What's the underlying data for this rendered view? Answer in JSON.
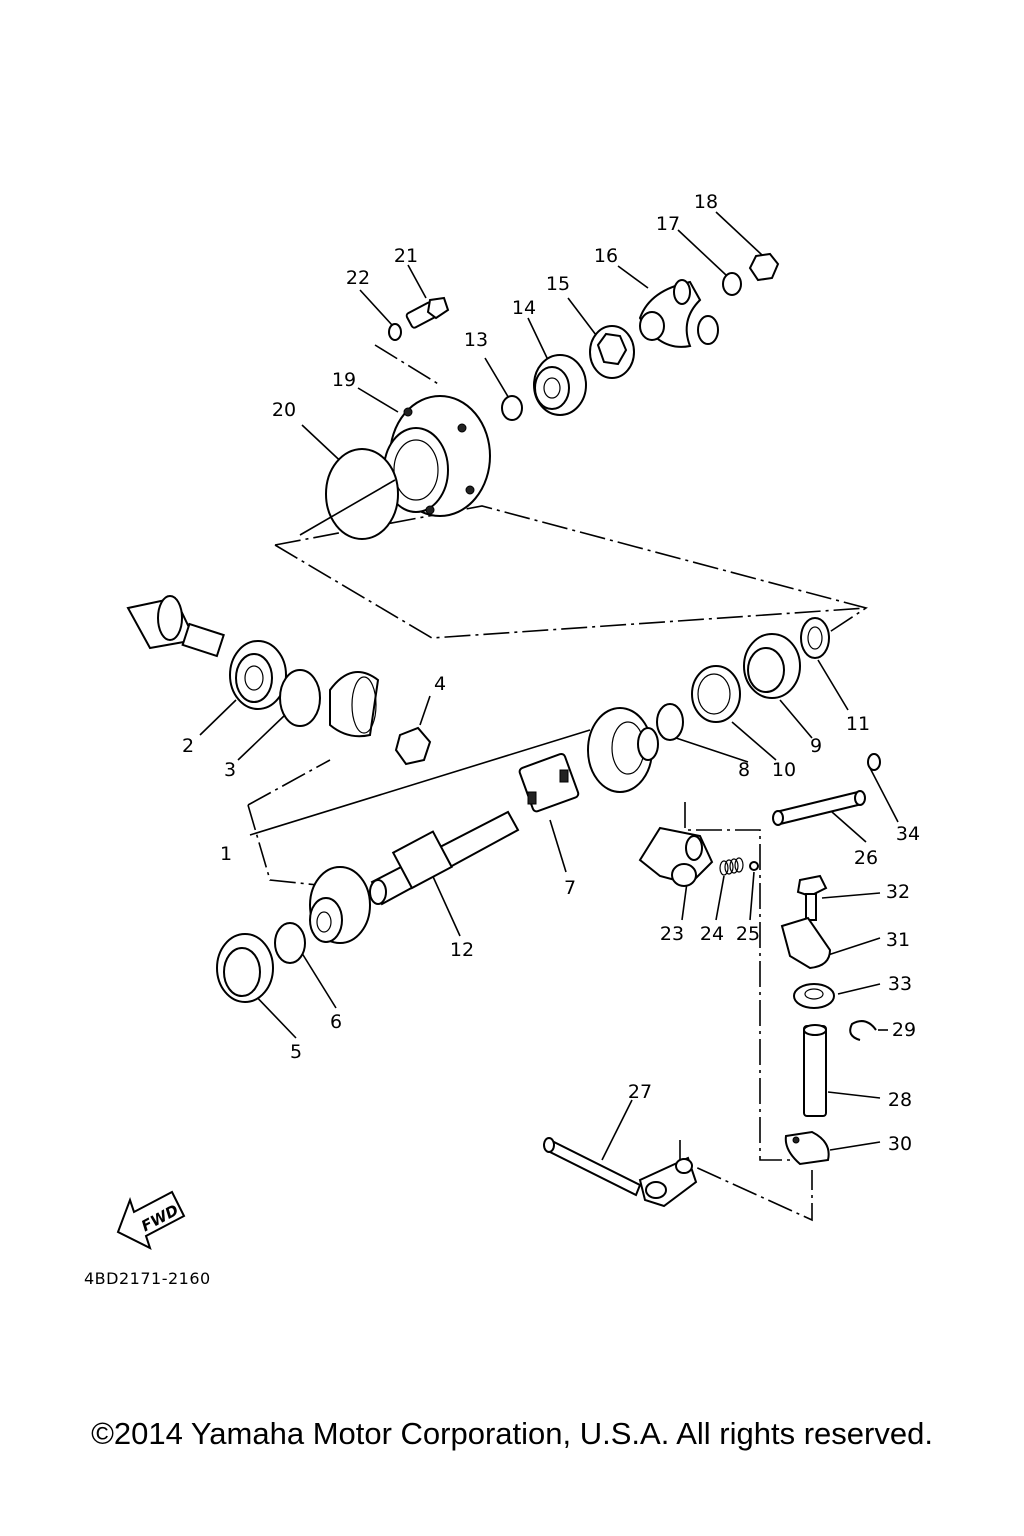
{
  "diagram": {
    "part_code": "4BD2171-2160",
    "fwd_label": "FWD",
    "callouts": [
      "1",
      "2",
      "3",
      "4",
      "5",
      "6",
      "7",
      "8",
      "9",
      "10",
      "11",
      "12",
      "13",
      "14",
      "15",
      "16",
      "17",
      "18",
      "19",
      "20",
      "21",
      "22",
      "23",
      "24",
      "25",
      "26",
      "27",
      "28",
      "29",
      "30",
      "31",
      "32",
      "33",
      "34"
    ]
  },
  "footer": {
    "copyright": "©2014 Yamaha Motor Corporation, U.S.A. All rights reserved."
  }
}
